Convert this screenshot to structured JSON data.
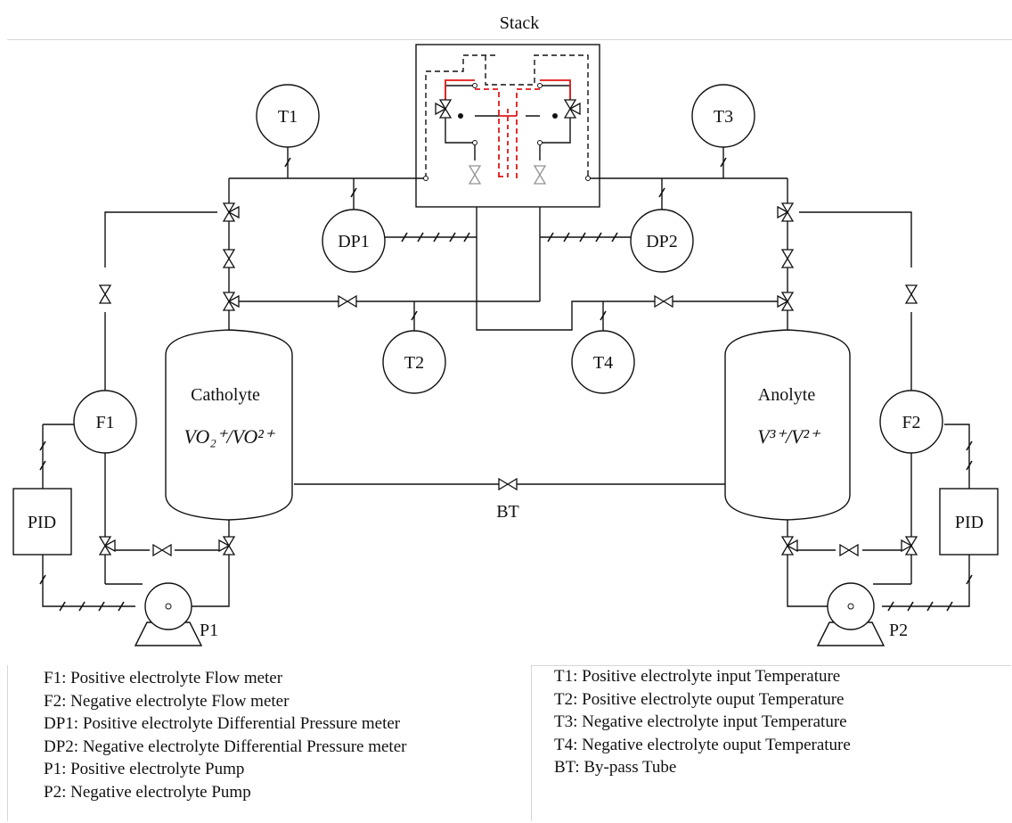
{
  "title": "Stack",
  "labels": {
    "t1": "T1",
    "t2": "T2",
    "t3": "T3",
    "t4": "T4",
    "dp1": "DP1",
    "dp2": "DP2",
    "f1": "F1",
    "f2": "F2",
    "pid_left": "PID",
    "pid_right": "PID",
    "p1": "P1",
    "p2": "P2",
    "bt": "BT",
    "catholyte": "Catholyte",
    "anolyte": "Anolyte"
  },
  "tanks": {
    "catholyte_formula": "VO₂⁺/VO²⁺",
    "anolyte_formula": "V³⁺/V²⁺"
  },
  "legend_left": [
    "F1: Positive electrolyte  Flow meter",
    "F2: Negative  electrolyte  Flow meter",
    "DP1: Positive electrolyte Differential  Pressure meter",
    "DP2: Negative  electrolyte Differential  Pressure meter",
    "P1: Positive electrolyte  Pump",
    "P2: Negative  electrolyte  Pump"
  ],
  "legend_right": [
    "T1: Positive electrolyte  input  Temperature",
    "T2: Positive electrolyte  ouput Temperature",
    "T3: Negative  electrolyte  input  Temperature",
    "T4: Negative  electrolyte  ouput Temperature",
    "BT: By-pass Tube"
  ],
  "colors": {
    "line": "#111111",
    "stack_flow": "#e01818",
    "separator": "#d6d6d6"
  }
}
